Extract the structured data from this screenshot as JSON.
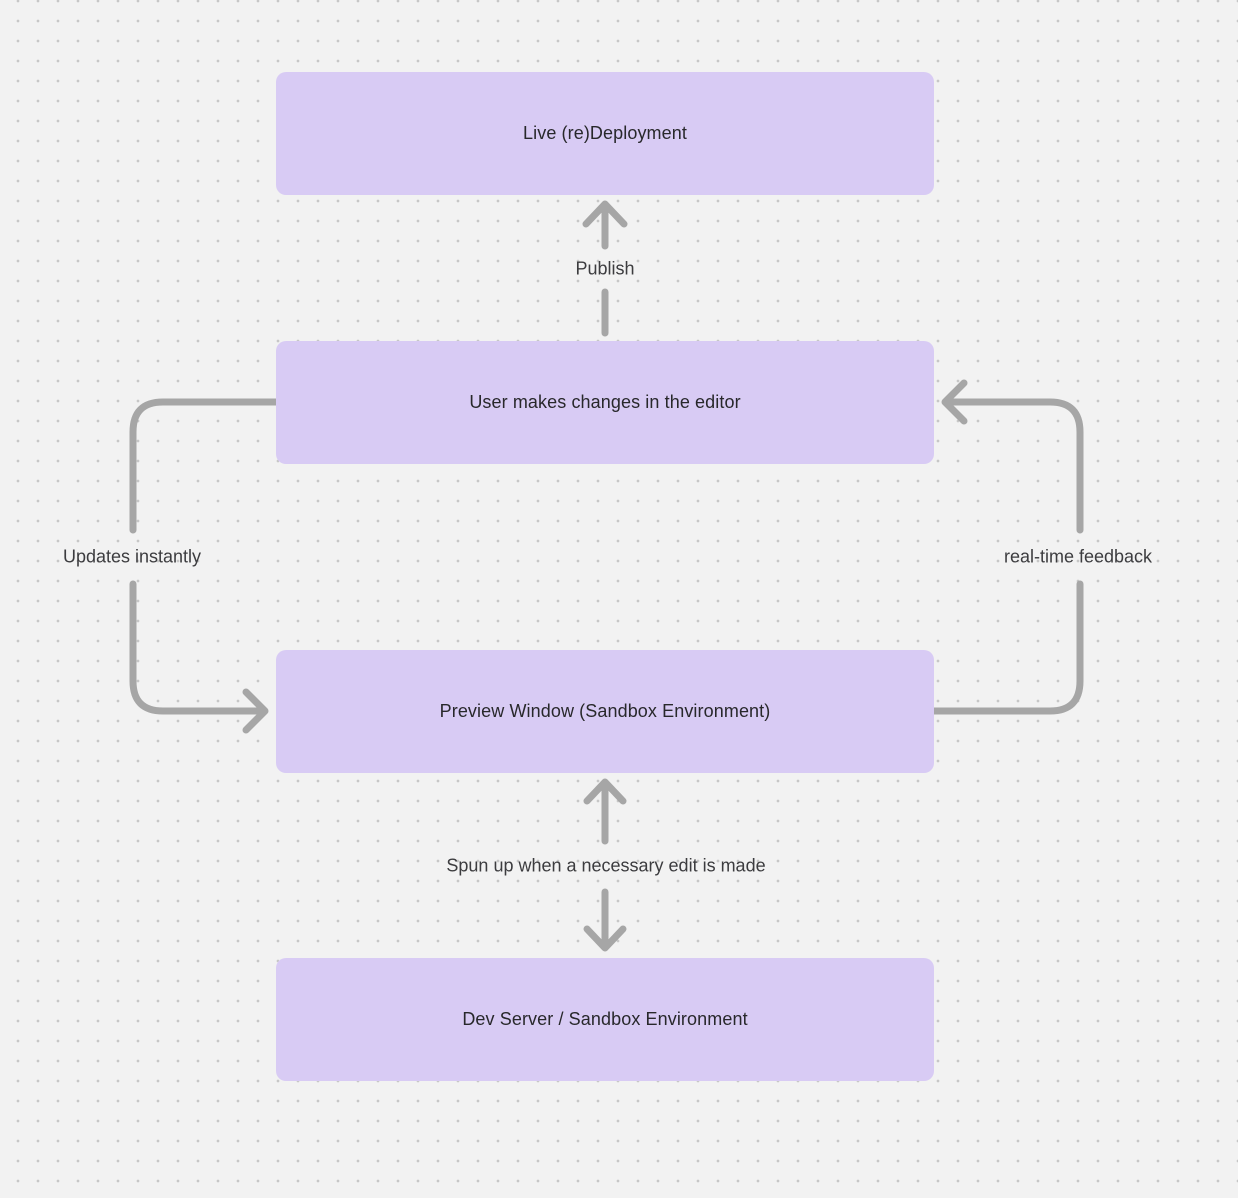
{
  "diagram": {
    "nodes": {
      "live_redeployment": "Live (re)Deployment",
      "user_changes": "User makes changes in the editor",
      "preview_window": "Preview Window (Sandbox Environment)",
      "dev_server": "Dev Server / Sandbox Environment"
    },
    "edges": {
      "publish": "Publish",
      "updates_instantly": "Updates instantly",
      "real_time_feedback": "real-time feedback",
      "spun_up": "Spun up when a necessary edit is made"
    }
  },
  "colors": {
    "background": "#f2f2f2",
    "grid_dot": "#c7c7c7",
    "node_fill": "#d8cbf4",
    "node_text": "#28282b",
    "edge_stroke": "#a6a6a6",
    "edge_label_text": "#3c3c3f"
  }
}
